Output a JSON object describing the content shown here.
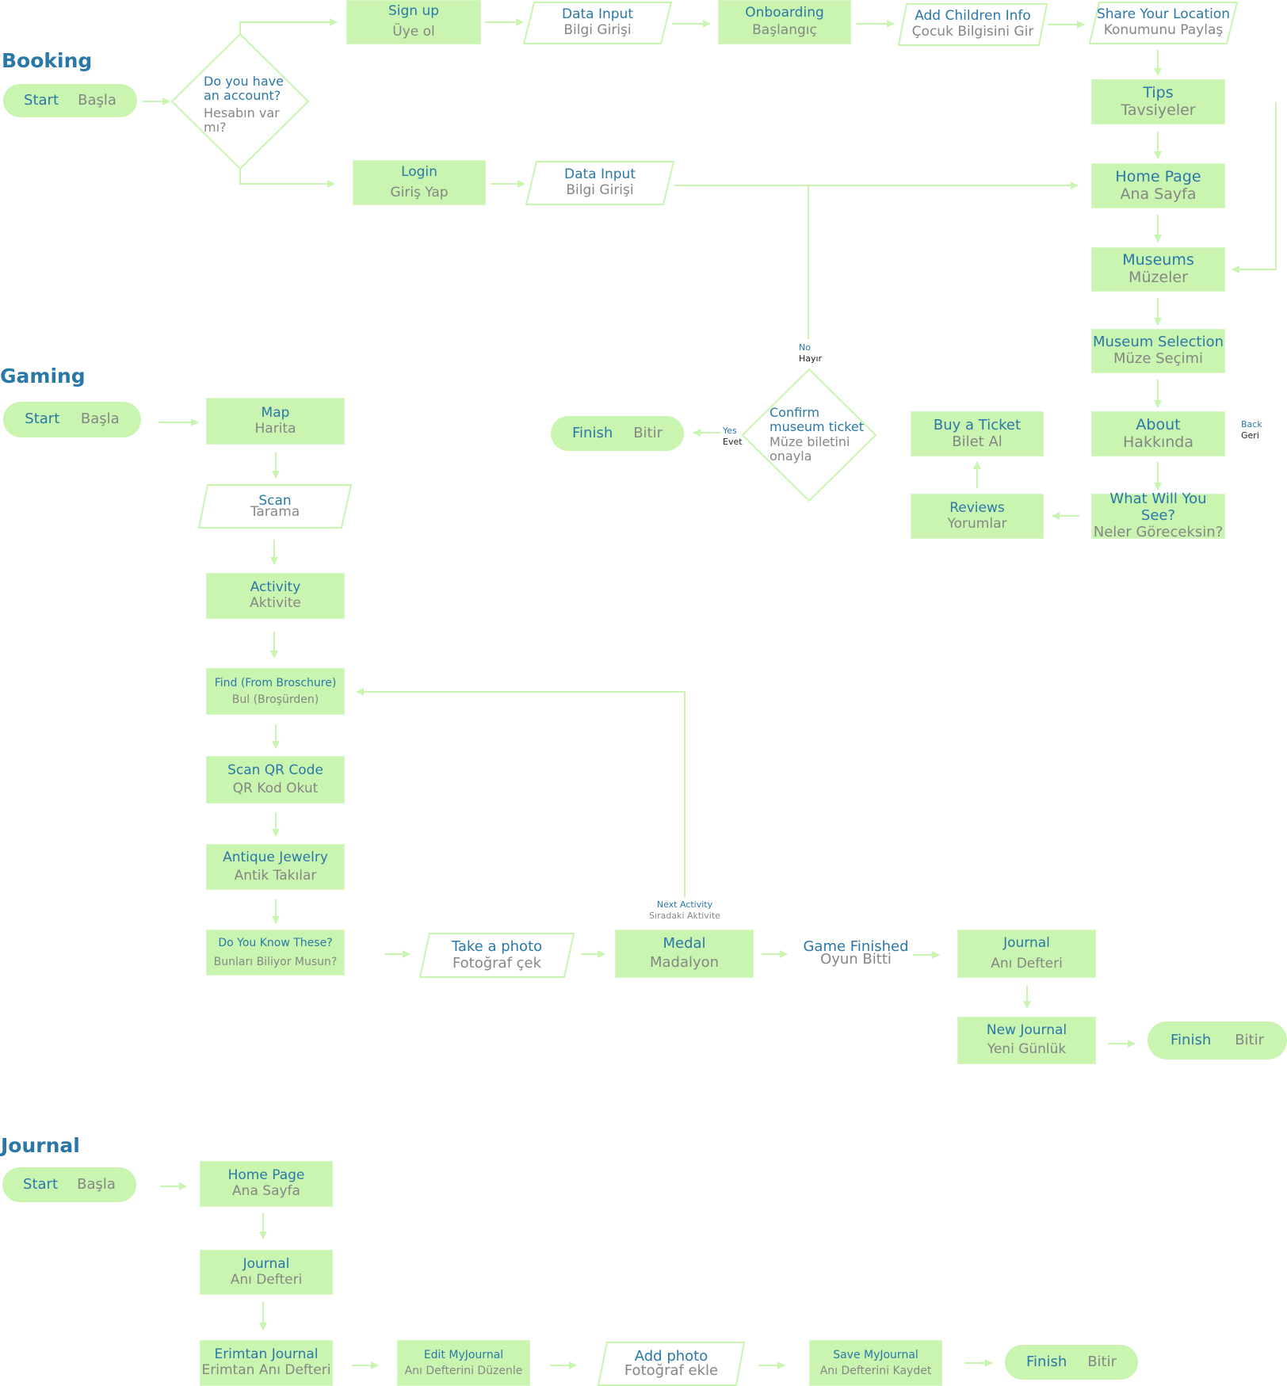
{
  "colors": {
    "node_fill": "#c9f5b0",
    "line": "#c9f5b0",
    "english_text": "#2a78a8",
    "turkish_text": "#868686"
  },
  "sections": {
    "booking": "Booking",
    "gaming": "Gaming",
    "journal": "Journal"
  },
  "booking": {
    "start": {
      "en": "Start",
      "tr": "Başla"
    },
    "account_decision": {
      "en": "Do you have an account?",
      "tr": "Hesabın var mı?"
    },
    "sign_up": {
      "en": "Sign up",
      "tr": "Üye ol"
    },
    "data_input_signup": {
      "en": "Data Input",
      "tr": "Bilgi Girişi"
    },
    "onboarding": {
      "en": "Onboarding",
      "tr": "Başlangıç"
    },
    "add_children": {
      "en": "Add Children Info",
      "tr": "Çocuk Bilgisini Gir"
    },
    "share_location": {
      "en": "Share Your Location",
      "tr": "Konumunu Paylaş"
    },
    "tips": {
      "en": "Tips",
      "tr": "Tavsiyeler"
    },
    "login": {
      "en": "Login",
      "tr": "Giriş Yap"
    },
    "data_input_login": {
      "en": "Data Input",
      "tr": "Bilgi Girişi"
    },
    "home_page": {
      "en": "Home Page",
      "tr": "Ana Sayfa"
    },
    "museums": {
      "en": "Museums",
      "tr": "Müzeler"
    },
    "museum_selection": {
      "en": "Museum Selection",
      "tr": "Müze Seçimi"
    },
    "about": {
      "en": "About",
      "tr": "Hakkında"
    },
    "back_label": {
      "en": "Back",
      "tr": "Geri"
    },
    "what_will_you_see": {
      "en": "What Will You See?",
      "tr": "Neler Göreceksin?"
    },
    "reviews": {
      "en": "Reviews",
      "tr": "Yorumlar"
    },
    "buy_ticket": {
      "en": "Buy a Ticket",
      "tr": "Bilet Al"
    },
    "confirm_decision": {
      "en": "Confirm museum ticket",
      "tr": "Müze biletini onayla"
    },
    "no_label": {
      "en": "No",
      "tr": "Hayır"
    },
    "yes_label": {
      "en": "Yes",
      "tr": "Evet"
    },
    "finish": {
      "en": "Finish",
      "tr": "Bitir"
    }
  },
  "gaming": {
    "start": {
      "en": "Start",
      "tr": "Başla"
    },
    "map": {
      "en": "Map",
      "tr": "Harita"
    },
    "scan": {
      "en": "Scan",
      "tr": "Tarama"
    },
    "activity": {
      "en": "Activity",
      "tr": "Aktivite"
    },
    "find": {
      "en": "Find (From Broschure)",
      "tr": "Bul (Broşürden)"
    },
    "scan_qr": {
      "en": "Scan QR Code",
      "tr": "QR Kod Okut"
    },
    "antique": {
      "en": "Antique Jewelry",
      "tr": "Antik Takılar"
    },
    "do_you_know": {
      "en": "Do You Know These?",
      "tr": "Bunları Biliyor Musun?"
    },
    "take_photo": {
      "en": "Take a photo",
      "tr": "Fotoğraf çek"
    },
    "medal": {
      "en": "Medal",
      "tr": "Madalyon"
    },
    "next_activity": {
      "en": "Next Activity",
      "tr": "Sıradaki Aktivite"
    },
    "game_finished": {
      "en": "Game Finished",
      "tr": "Oyun Bitti"
    },
    "journal": {
      "en": "Journal",
      "tr": "Anı Defteri"
    },
    "new_journal": {
      "en": "New Journal",
      "tr": "Yeni Günlük"
    },
    "finish": {
      "en": "Finish",
      "tr": "Bitir"
    }
  },
  "journal": {
    "start": {
      "en": "Start",
      "tr": "Başla"
    },
    "home_page": {
      "en": "Home Page",
      "tr": "Ana Sayfa"
    },
    "journal": {
      "en": "Journal",
      "tr": "Anı Defteri"
    },
    "erimtan": {
      "en": "Erimtan Journal",
      "tr": "Erimtan Anı Defteri"
    },
    "edit": {
      "en": "Edit MyJournal",
      "tr": "Anı Defterini Düzenle"
    },
    "add_photo": {
      "en": "Add photo",
      "tr": "Fotoğraf ekle"
    },
    "save": {
      "en": "Save MyJournal",
      "tr": "Anı Defterini Kaydet"
    },
    "finish": {
      "en": "Finish",
      "tr": "Bitir"
    }
  }
}
